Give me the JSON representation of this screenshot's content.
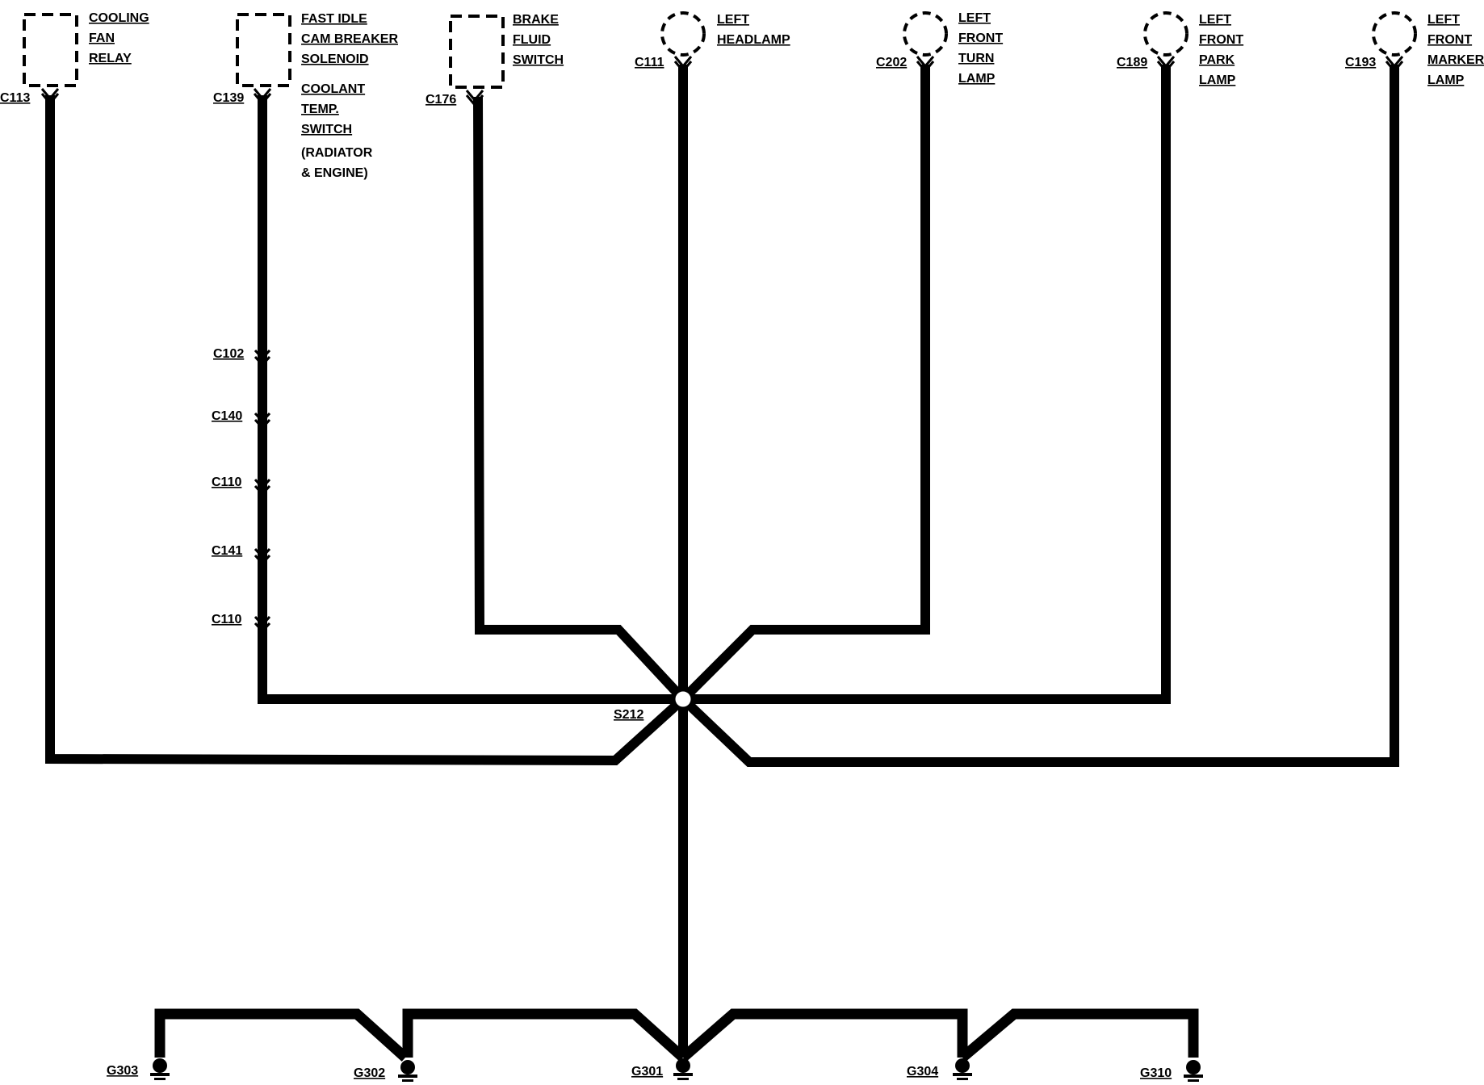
{
  "components": [
    {
      "id": "cooling-fan-relay",
      "shape": "box",
      "lines": [
        "COOLING",
        "FAN",
        "RELAY"
      ],
      "connector": "C113"
    },
    {
      "id": "fast-idle-cam-breaker-solenoid",
      "shape": "box",
      "lines": [
        "FAST IDLE",
        "CAM BREAKER",
        "SOLENOID",
        "COOLANT",
        "TEMP.",
        "SWITCH"
      ],
      "extra": [
        "(RADIATOR",
        "& ENGINE)"
      ],
      "connector": "C139"
    },
    {
      "id": "brake-fluid-switch",
      "shape": "box",
      "lines": [
        "BRAKE",
        "FLUID",
        "SWITCH"
      ],
      "connector": "C176"
    },
    {
      "id": "left-headlamp",
      "shape": "circle",
      "lines": [
        "LEFT",
        "HEADLAMP"
      ],
      "connector": "C111"
    },
    {
      "id": "left-front-turn-lamp",
      "shape": "circle",
      "lines": [
        "LEFT",
        "FRONT",
        "TURN",
        "LAMP"
      ],
      "connector": "C202"
    },
    {
      "id": "left-front-park-lamp",
      "shape": "circle",
      "lines": [
        "LEFT",
        "FRONT",
        "PARK",
        "LAMP"
      ],
      "connector": "C189"
    },
    {
      "id": "left-front-marker-lamp",
      "shape": "circle",
      "lines": [
        "LEFT",
        "FRONT",
        "MARKER",
        "LAMP"
      ],
      "connector": "C193"
    }
  ],
  "inline_connectors": [
    "C102",
    "C140",
    "C110",
    "C141",
    "C110"
  ],
  "splice": "S212",
  "grounds": [
    "G303",
    "G302",
    "G301",
    "G304",
    "G310"
  ]
}
